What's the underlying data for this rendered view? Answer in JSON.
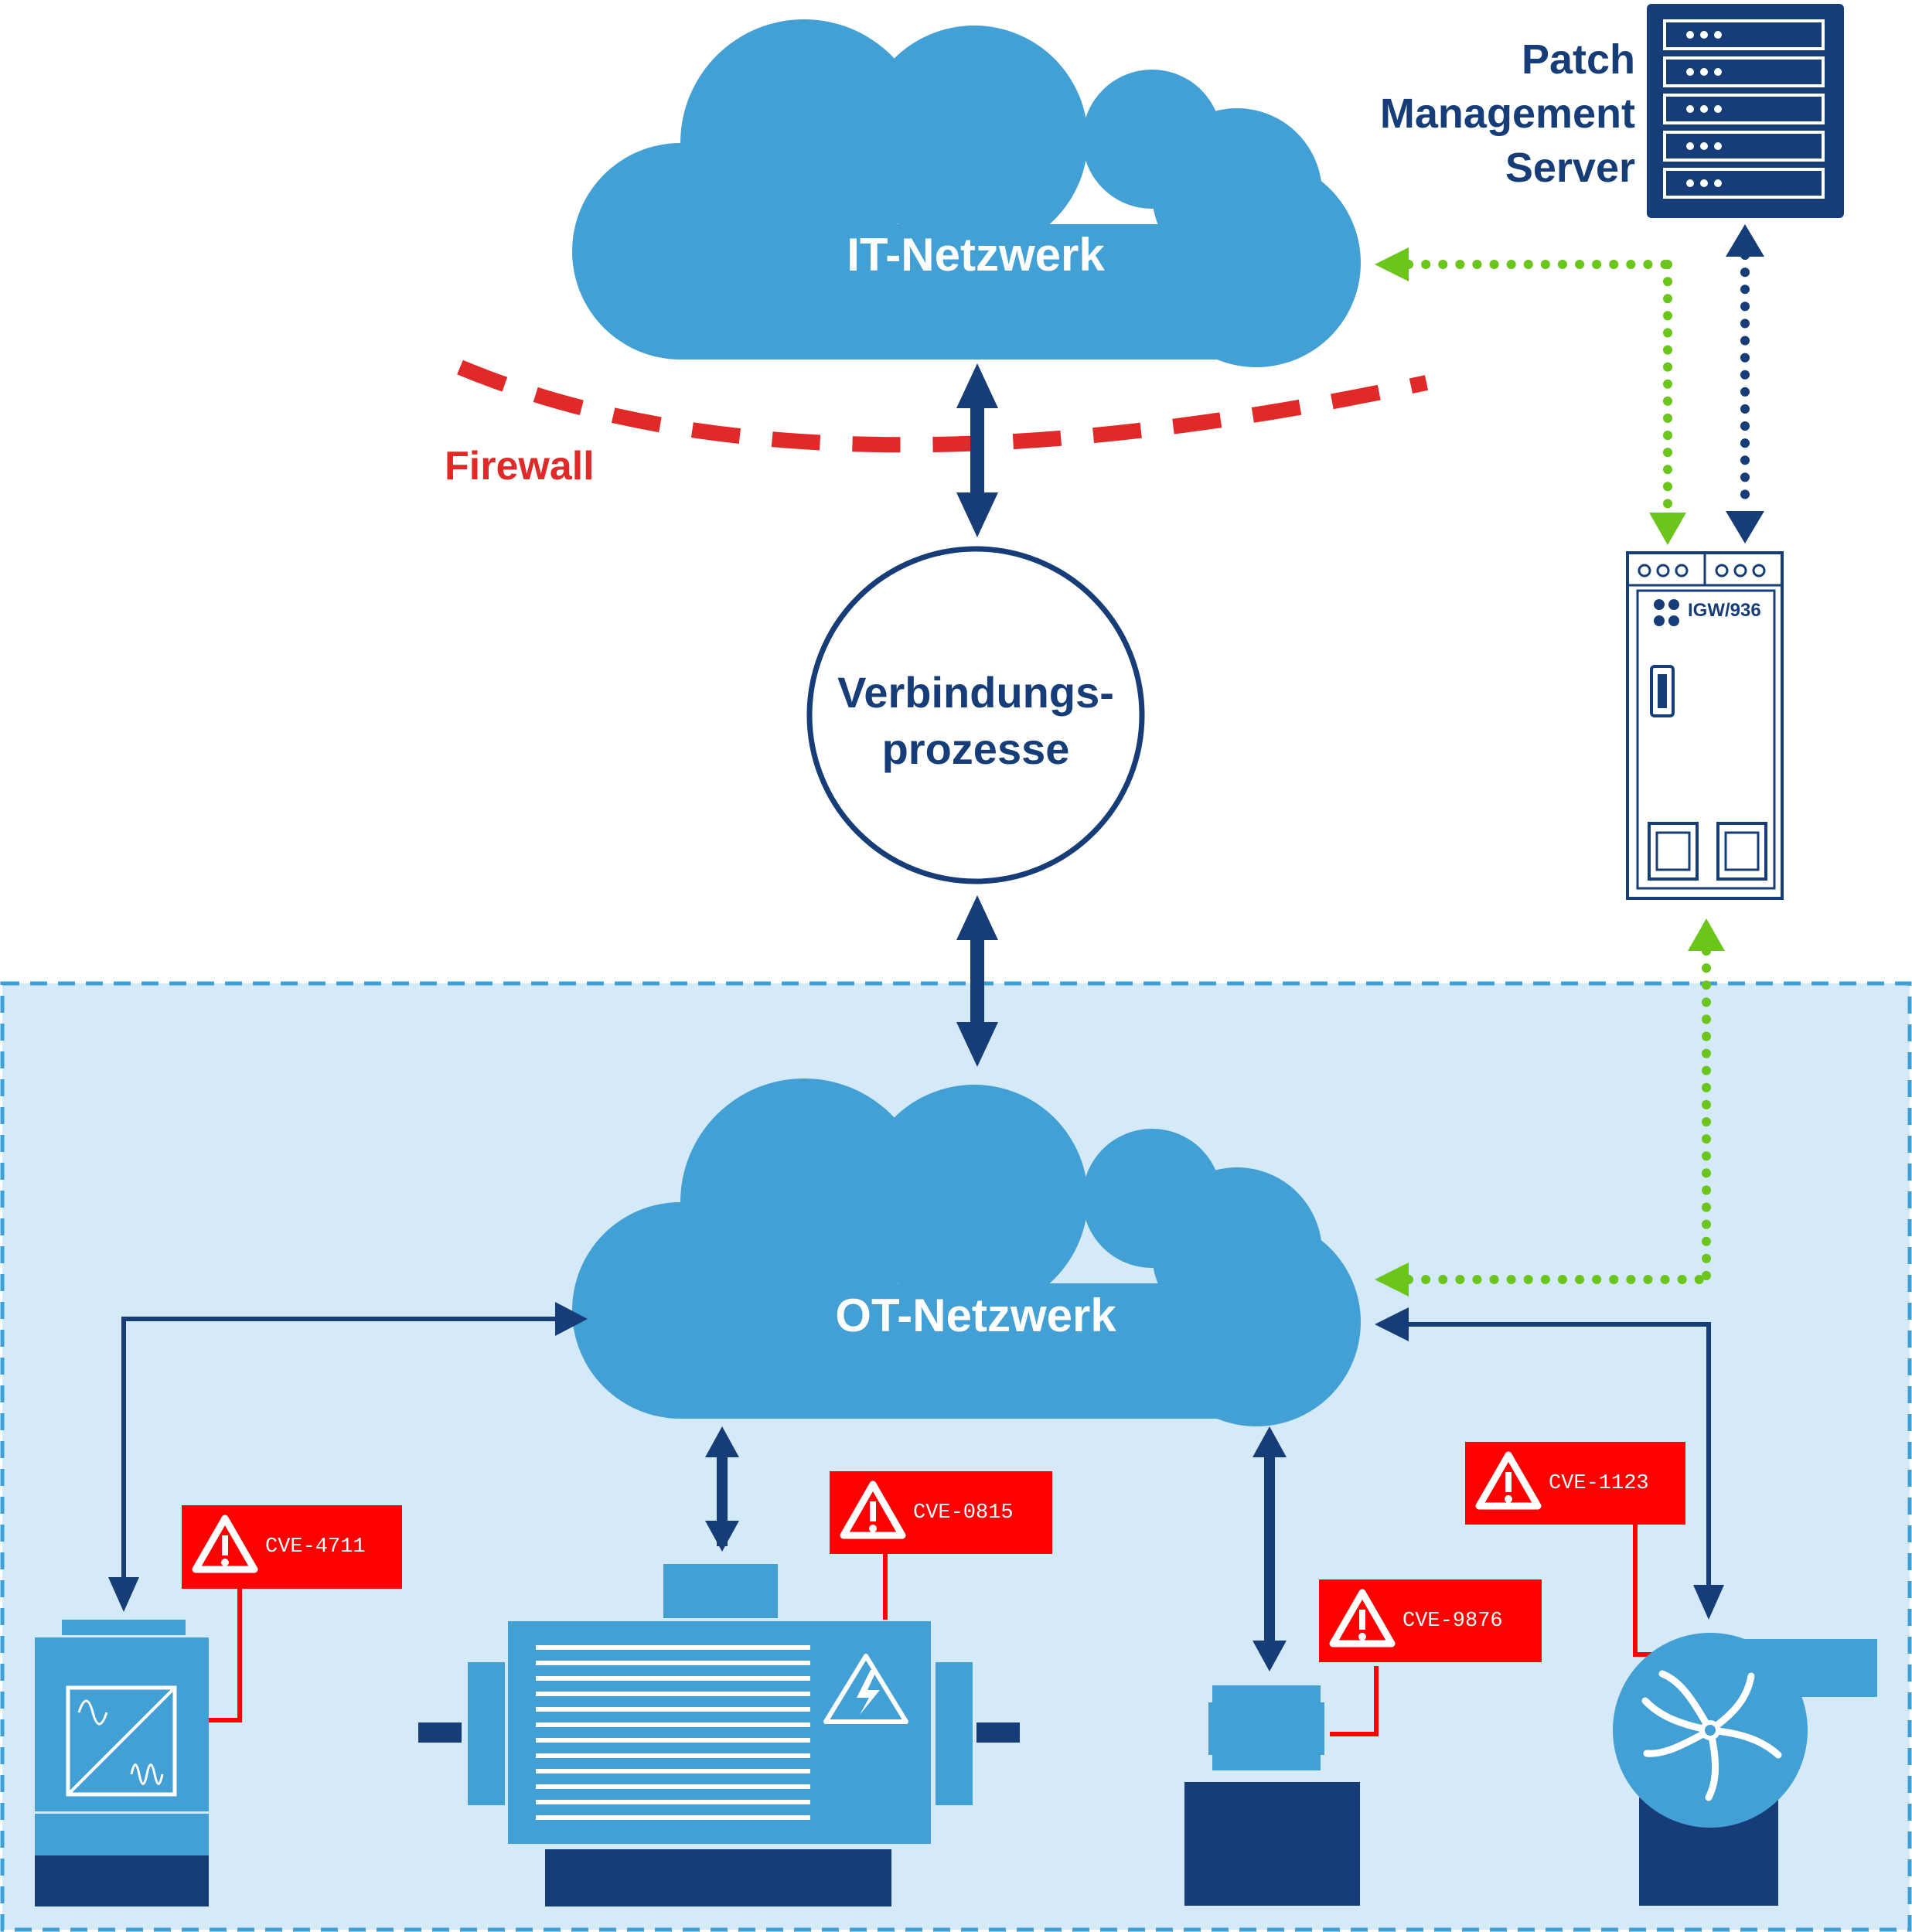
{
  "diagram": {
    "it_network": {
      "label": "IT-Netzwerk"
    },
    "ot_network": {
      "label": "OT-Netzwerk"
    },
    "firewall": {
      "label": "Firewall"
    },
    "connection_process": {
      "line1": "Verbindungs-",
      "line2": "prozesse"
    },
    "patch_server": {
      "line1": "Patch",
      "line2": "Management",
      "line3": "Server"
    },
    "gateway": {
      "model": "IGW/936"
    },
    "vulnerabilities": [
      {
        "id": "CVE-4711"
      },
      {
        "id": "CVE-0815"
      },
      {
        "id": "CVE-9876"
      },
      {
        "id": "CVE-1123"
      }
    ]
  },
  "colors": {
    "navy": "#173d78",
    "cloud_blue": "#42a0d5",
    "ot_zone_fill": "#d5eaf8",
    "ot_zone_border": "#3d9fd7",
    "firewall_red": "#e02a2a",
    "alert_red": "#ff0000",
    "green_link": "#6cc51d",
    "white": "#ffffff"
  }
}
